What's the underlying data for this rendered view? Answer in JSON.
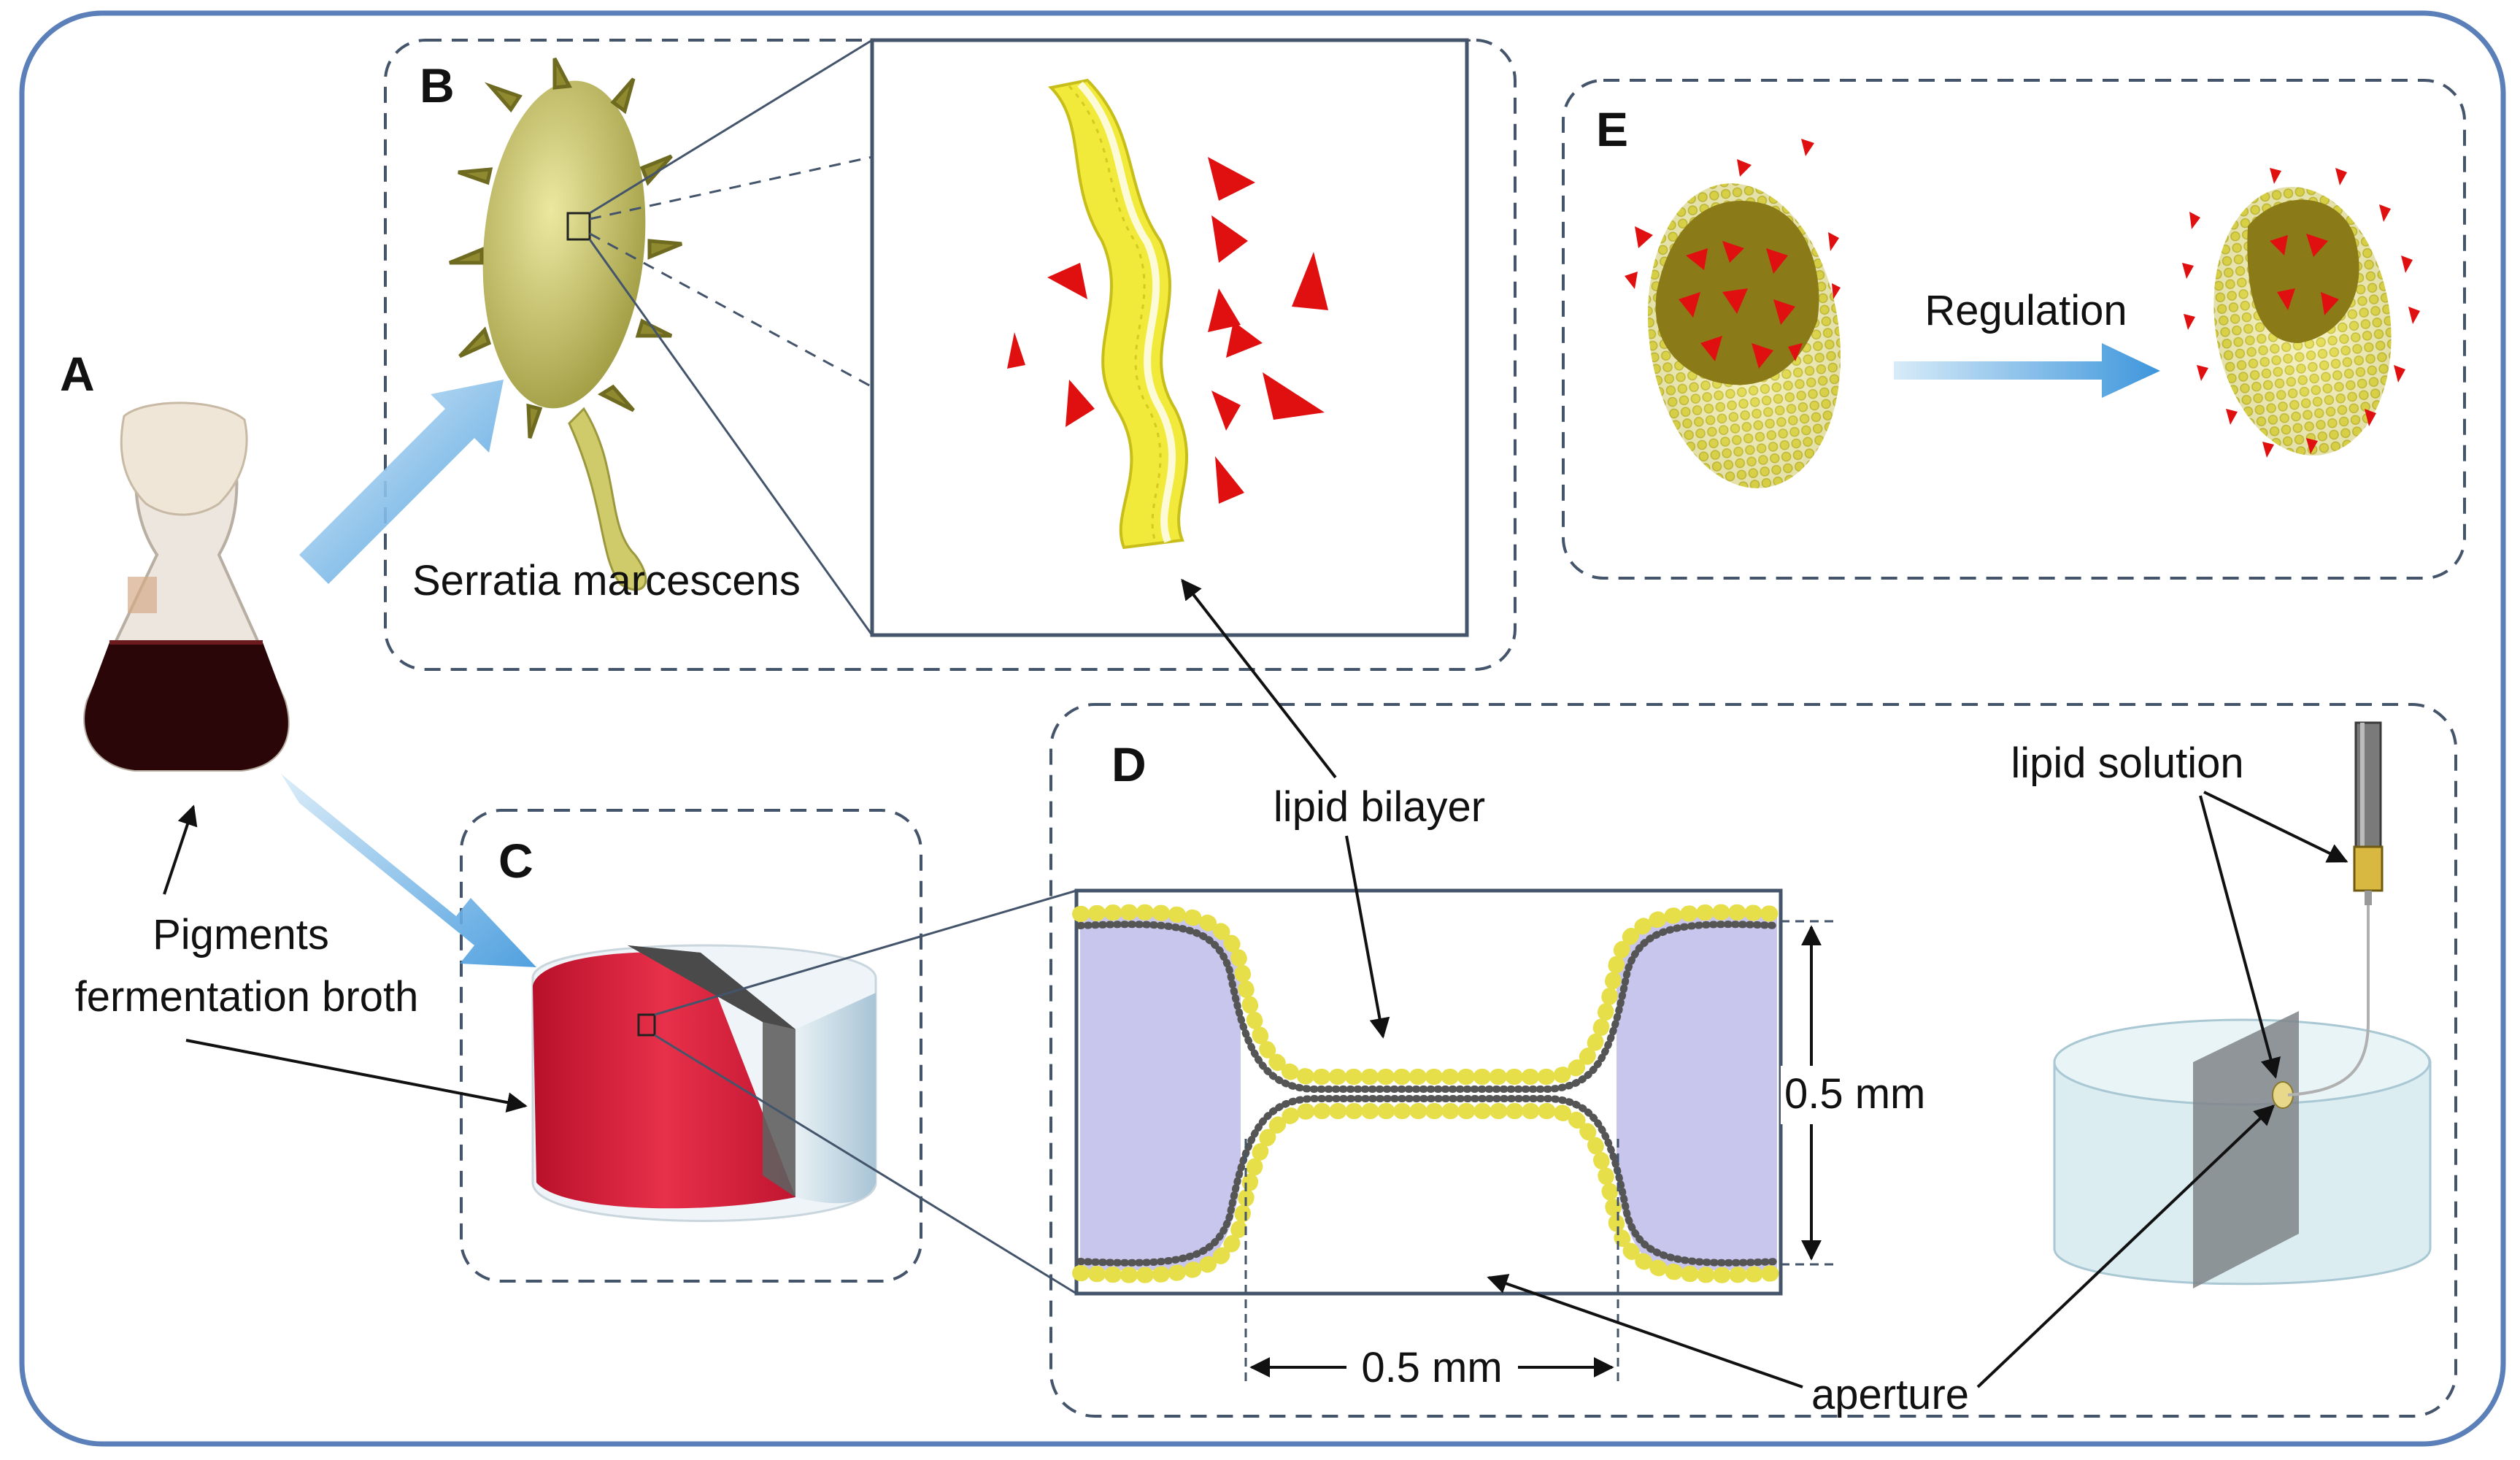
{
  "panels": {
    "a": "A",
    "b": "B",
    "c": "C",
    "d": "D",
    "e": "E"
  },
  "labels": {
    "organism": "Serratia marcescens",
    "broth_line1": "Pigments",
    "broth_line2": "fermentation broth",
    "lipid_bilayer": "lipid bilayer",
    "regulation": "Regulation",
    "lipid_solution": "lipid solution",
    "aperture": "aperture",
    "height_dim": "0.5 mm",
    "width_dim": "0.5 mm"
  },
  "colors": {
    "frame": "#5b7fb8",
    "dashed": "#44546a",
    "lipid": "#e8e22a",
    "pigment": "#e01010",
    "chamber": "#c9c6ee",
    "arrow": "#4da3e0",
    "broth": "#2a0608",
    "dish_red": "#d8203a",
    "water": "#cfe3ea",
    "bacterium": "#cfcb6a"
  }
}
